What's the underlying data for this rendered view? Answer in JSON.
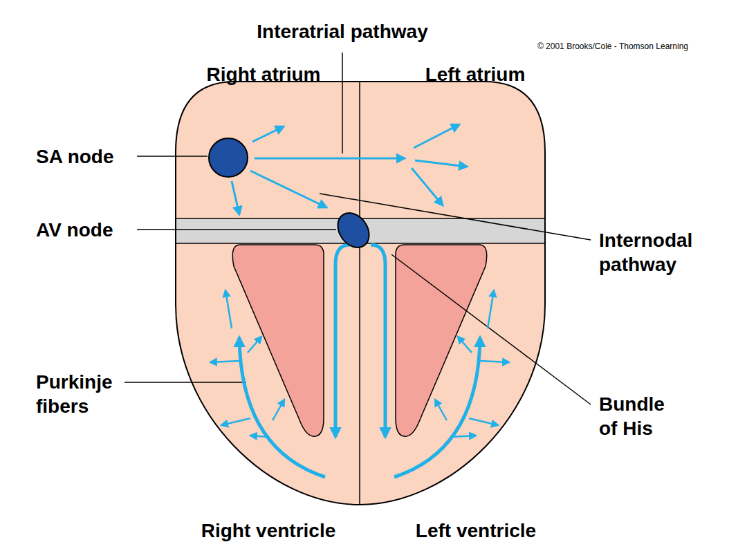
{
  "diagram": {
    "labels": [
      "Interatrial pathway",
      "© 2001 Brooks/Cole - Thomson Learning",
      "Right atrium",
      "Left atrium",
      "SA node",
      "AV node",
      "Internodal pathway",
      "Purkinje fibers",
      "Bundle of His",
      "Right ventricle",
      "Left ventricle"
    ]
  }
}
